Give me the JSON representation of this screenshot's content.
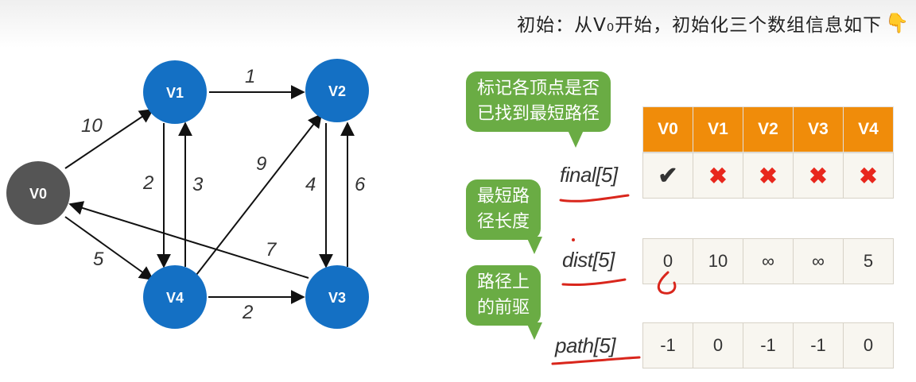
{
  "header": {
    "text": "初始：从V₀开始，初始化三个数组信息如下",
    "hand_icon": "pointing-down-hand-icon"
  },
  "graph": {
    "nodes": [
      {
        "id": "V0",
        "label": "V0",
        "color": "#555555"
      },
      {
        "id": "V1",
        "label": "V1",
        "color": "#1470c4"
      },
      {
        "id": "V2",
        "label": "V2",
        "color": "#1470c4"
      },
      {
        "id": "V3",
        "label": "V3",
        "color": "#1470c4"
      },
      {
        "id": "V4",
        "label": "V4",
        "color": "#1470c4"
      }
    ],
    "edges": [
      {
        "from": "V0",
        "to": "V1",
        "weight": "10"
      },
      {
        "from": "V0",
        "to": "V4",
        "weight": "5"
      },
      {
        "from": "V1",
        "to": "V2",
        "weight": "1"
      },
      {
        "from": "V1",
        "to": "V4",
        "weight": "2"
      },
      {
        "from": "V4",
        "to": "V1",
        "weight": "3"
      },
      {
        "from": "V4",
        "to": "V2",
        "weight": "9"
      },
      {
        "from": "V2",
        "to": "V3",
        "weight": "4"
      },
      {
        "from": "V3",
        "to": "V2",
        "weight": "6"
      },
      {
        "from": "V3",
        "to": "V0",
        "weight": "7"
      },
      {
        "from": "V4",
        "to": "V3",
        "weight": "2"
      }
    ]
  },
  "callouts": {
    "final": {
      "line1": "标记各顶点是否",
      "line2": "已找到最短路径"
    },
    "dist": {
      "line1": "最短路",
      "line2": "径长度"
    },
    "path": {
      "line1": "路径上",
      "line2": "的前驱"
    }
  },
  "arrays": {
    "headers": [
      "V0",
      "V1",
      "V2",
      "V3",
      "V4"
    ],
    "final": {
      "label": "final[5]",
      "values": [
        "✔",
        "✖",
        "✖",
        "✖",
        "✖"
      ]
    },
    "dist": {
      "label": "dist[5]",
      "values": [
        "0",
        "10",
        "∞",
        "∞",
        "5"
      ]
    },
    "path": {
      "label": "path[5]",
      "values": [
        "-1",
        "0",
        "-1",
        "-1",
        "0"
      ]
    }
  },
  "colors": {
    "header_cell": "#f08c0a",
    "callout": "#6aac44",
    "cross": "#e8271d",
    "annotation_ink": "#d9261c"
  }
}
